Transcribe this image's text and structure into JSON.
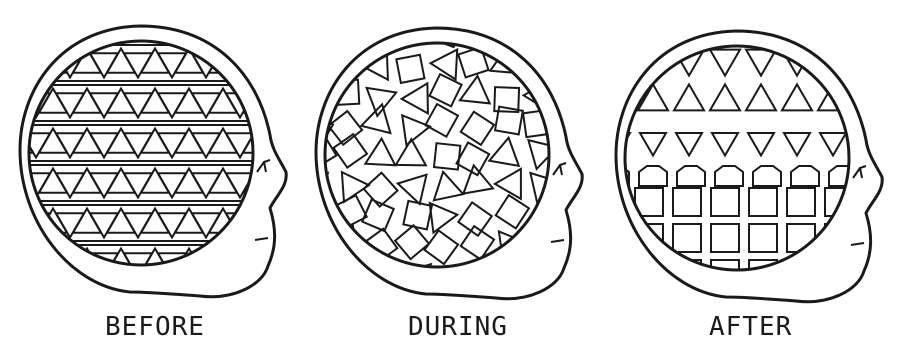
{
  "panels": [
    {
      "caption": "BEFORE",
      "pattern": "triangle-lattice"
    },
    {
      "caption": "DURING",
      "pattern": "scattered-shapes"
    },
    {
      "caption": "AFTER",
      "pattern": "triangles-to-squares"
    }
  ],
  "colors": {
    "ink": "#1a1a1a",
    "background": "#ffffff"
  }
}
